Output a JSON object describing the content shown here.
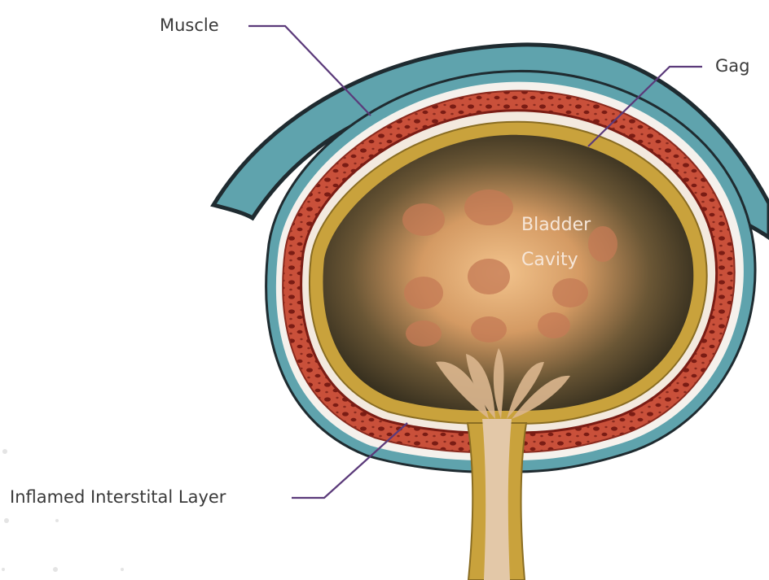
{
  "labels": {
    "muscle": "Muscle",
    "gag": "Gag",
    "cavity_line1": "Bladder",
    "cavity_line2": "Cavity",
    "inflamed": "Inflamed Interstital Layer"
  },
  "colors": {
    "outer_sheath": "#5fa3ad",
    "outer_edge": "#1f2b30",
    "muscle_layer": "#c0412d",
    "muscle_spots": "#7a1c14",
    "gag_layer": "#c9a23c",
    "cavity_dark": "#1c1a12",
    "cavity_light": "#e7b07a",
    "leader_line": "#5b3a7a"
  },
  "icons": [
    "bladder-illustration"
  ]
}
